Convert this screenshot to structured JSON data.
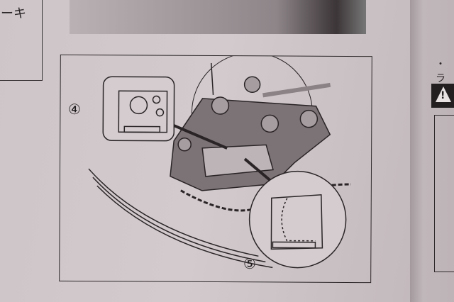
{
  "left_box": {
    "text": "ーキ"
  },
  "diagram": {
    "callout_4": "④",
    "callout_5": "⑤"
  },
  "right_page": {
    "text": "・ラ",
    "warning_symbol": "!"
  }
}
